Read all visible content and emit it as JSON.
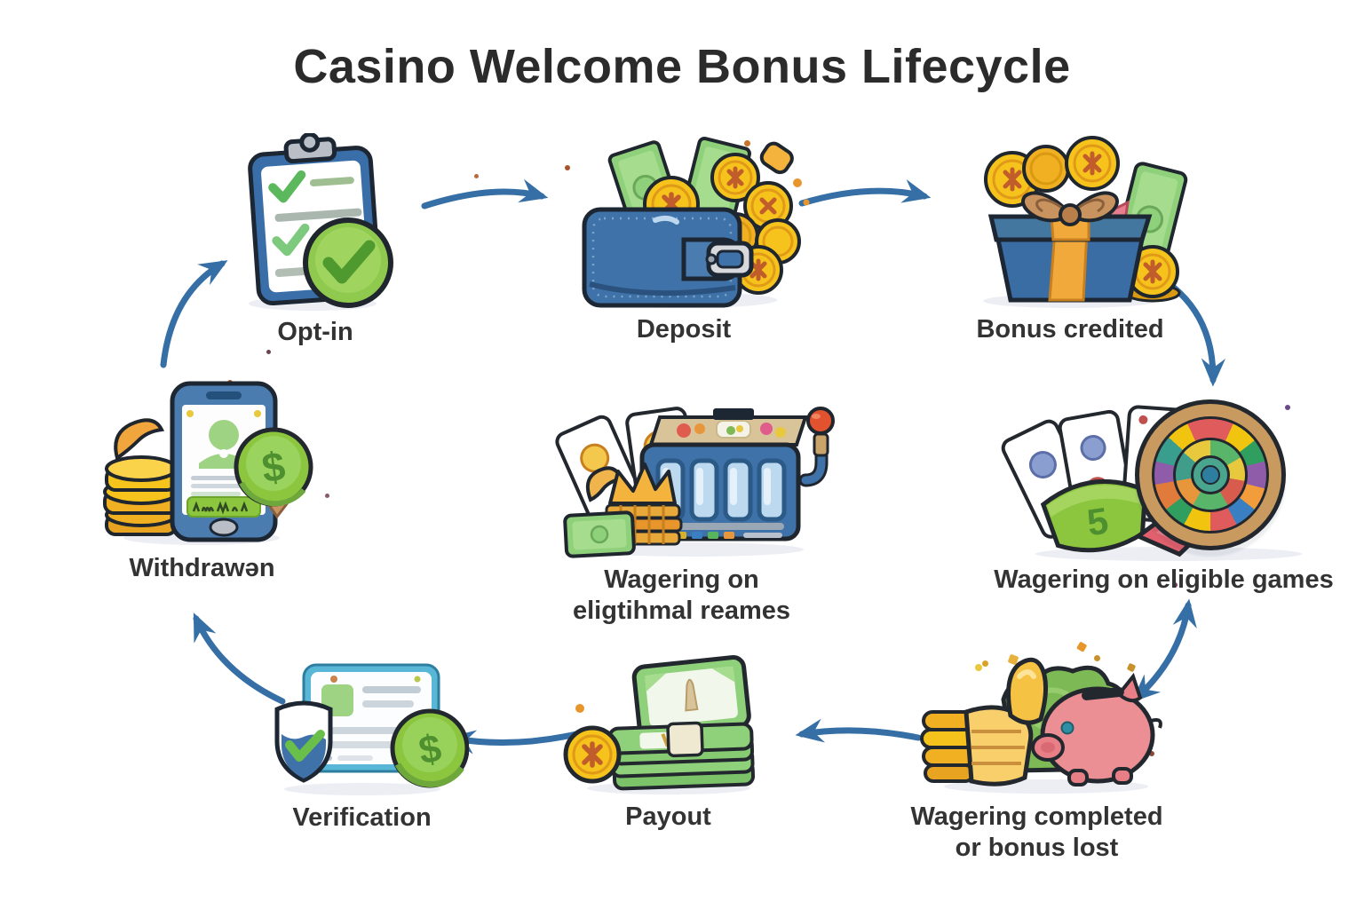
{
  "title": "Casino Welcome Bonus Lifecycle",
  "nodes": {
    "opt_in": {
      "label": "Opt-in",
      "icon": "clipboard-checklist"
    },
    "deposit": {
      "label": "Deposit",
      "icon": "wallet-with-coins"
    },
    "bonus_credited": {
      "label": "Bonus credited",
      "icon": "gift-box-with-coins"
    },
    "wagering_games": {
      "label": "Wagering on eligible games",
      "icon": "cards-and-roulette"
    },
    "wagering_center": {
      "label": "Wagering on\neligtihmal reames",
      "icon": "slot-machine"
    },
    "withdrawn": {
      "label": "Withdrawən",
      "icon": "phone-withdrawal"
    },
    "verification": {
      "label": "Verification",
      "icon": "document-shield-check"
    },
    "payout": {
      "label": "Payout",
      "icon": "cash-stack-coin"
    },
    "wagering_completed": {
      "label": "Wagering completed\nor bonus lost",
      "icon": "thumbs-up-piggy-bank"
    }
  },
  "edges": [
    {
      "from": "Opt-in",
      "to": "Deposit"
    },
    {
      "from": "Deposit",
      "to": "Bonus credited"
    },
    {
      "from": "Bonus credited",
      "to": "Wagering on eligible games"
    },
    {
      "from": "Wagering on eligible games",
      "to": "Wagering completed or bonus lost",
      "bidirectional": true
    },
    {
      "from": "Wagering completed or bonus lost",
      "to": "Payout"
    },
    {
      "from": "Payout",
      "to": "Verification"
    },
    {
      "from": "Verification",
      "to": "Withdrawən"
    },
    {
      "from": "Withdrawən",
      "to": "Opt-in"
    }
  ],
  "icon_details": {
    "chip_label": "5",
    "coin_symbol": "$"
  },
  "colors": {
    "arrow": "#356fa5",
    "label_text": "#333333",
    "title_text": "#2b2b2b"
  }
}
